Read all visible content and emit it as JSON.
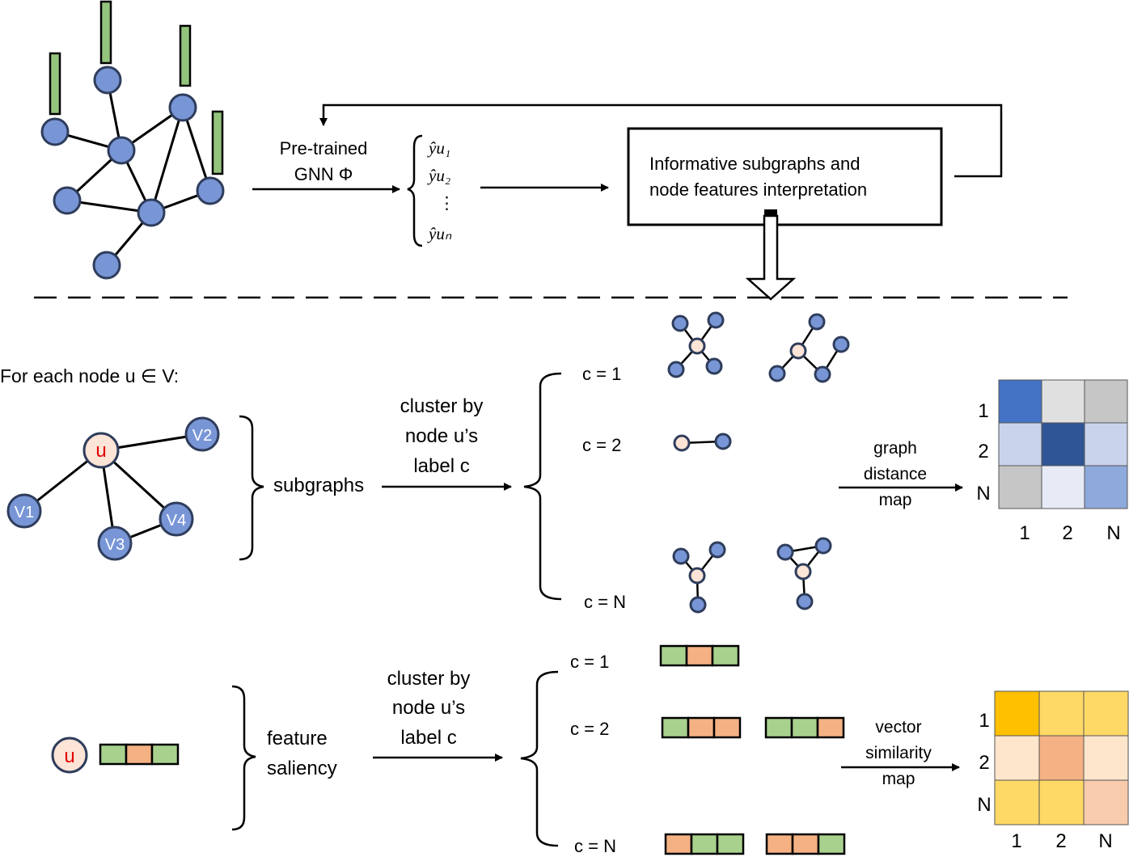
{
  "top": {
    "model_label_line1": "Pre-trained",
    "model_label_line2": "GNN Φ",
    "predictions": [
      "ŷu₁",
      "ŷu₂",
      "⋮",
      "ŷuₙ"
    ],
    "interpretation_line1": "Informative subgraphs and",
    "interpretation_line2": "node features interpretation"
  },
  "middle": {
    "for_each": "For each node u ∈ V:",
    "center_node": "u",
    "neighbors": [
      "V1",
      "V2",
      "V3",
      "V4"
    ],
    "subgraphs_label": "subgraphs",
    "cluster_line1": "cluster by",
    "cluster_line2": "node u’s",
    "cluster_line3": "label c",
    "class_labels": [
      "c = 1",
      "c = 2",
      "c = N"
    ],
    "map_line1": "graph",
    "map_line2": "distance",
    "map_line3": "map",
    "row_labels": [
      "1",
      "2",
      "N"
    ],
    "col_labels": [
      "1",
      "2",
      "N"
    ],
    "matrix_colors": [
      [
        "#4472c4",
        "#e0e0e0",
        "#c6c6c6"
      ],
      [
        "#c9d3ec",
        "#2f5597",
        "#c9d3ec"
      ],
      [
        "#c6c6c6",
        "#e7ebf6",
        "#8ea9db"
      ]
    ]
  },
  "bottom": {
    "center_node": "u",
    "feature_line1": "feature",
    "feature_line2": "saliency",
    "cluster_line1": "cluster by",
    "cluster_line2": "node u’s",
    "cluster_line3": "label c",
    "class_labels": [
      "c = 1",
      "c = 2",
      "c = N"
    ],
    "map_line1": "vector",
    "map_line2": "similarity",
    "map_line3": "map",
    "row_labels": [
      "1",
      "2",
      "N"
    ],
    "col_labels": [
      "1",
      "2",
      "N"
    ],
    "matrix_colors": [
      [
        "#ffc000",
        "#ffd966",
        "#ffd966"
      ],
      [
        "#fde6cc",
        "#f4b183",
        "#fde6cc"
      ],
      [
        "#ffd966",
        "#ffd966",
        "#f8cbad"
      ]
    ],
    "feature_colors": {
      "green": "#a9d18e",
      "orange": "#f4b183"
    }
  }
}
